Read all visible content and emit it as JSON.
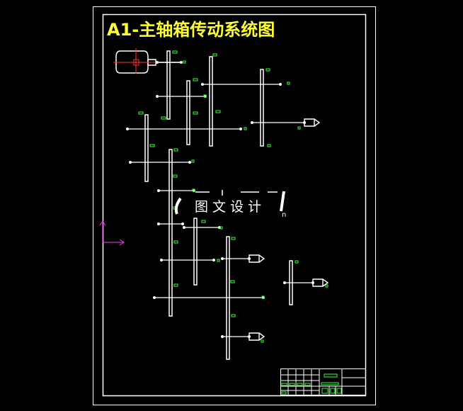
{
  "drawing": {
    "title": "A1-主轴箱传动系统图",
    "watermark": "图 文 设 计",
    "watermark_mark": "n",
    "colors": {
      "background": "#000000",
      "lines": "#ffffff",
      "title": "#ffff33",
      "labels": "#33ff33",
      "centerline": "#ff3333",
      "ucs": "#ff33ff",
      "watermark": "#ffffff"
    }
  }
}
